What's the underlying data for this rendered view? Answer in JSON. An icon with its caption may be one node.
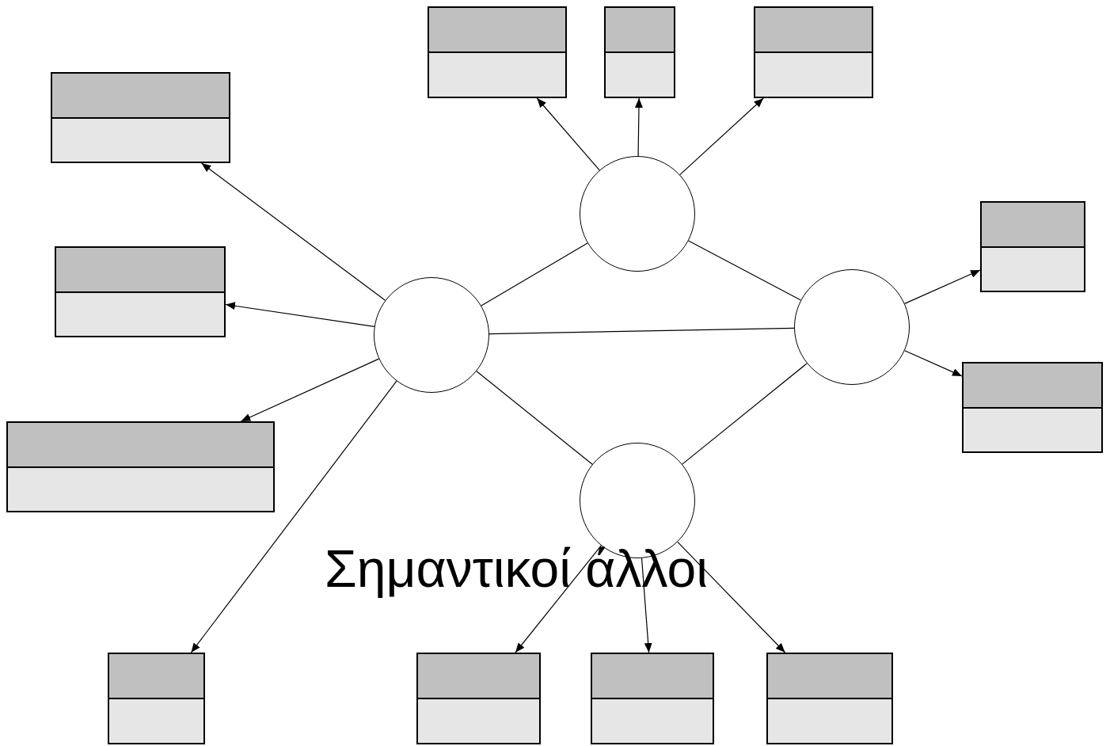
{
  "diagram": {
    "nodes": [
      {
        "text": [],
        "shape": "box"
      },
      {
        "text": [],
        "shape": "box"
      },
      {
        "text": [],
        "shape": "box"
      },
      {
        "text": [],
        "shape": "box"
      },
      {
        "text": [],
        "shape": "box"
      },
      {
        "text": [],
        "shape": "circle"
      },
      {
        "text": [],
        "shape": "box"
      },
      {
        "text": [],
        "shape": "circle"
      },
      {
        "text": [],
        "shape": "circle"
      },
      {
        "text": [],
        "shape": "box"
      },
      {
        "text": [],
        "shape": "box"
      },
      {
        "text": [],
        "shape": "circle"
      },
      {
        "text": [],
        "shape": "box"
      },
      {
        "text": [],
        "shape": "box"
      },
      {
        "text": [],
        "shape": "box"
      },
      {
        "text": [],
        "shape": "box"
      }
    ],
    "edges": [
      {
        "from": 8,
        "to": 3,
        "arrow": "to"
      },
      {
        "from": 8,
        "to": 6,
        "arrow": "to"
      },
      {
        "from": 8,
        "to": 10,
        "arrow": "to"
      },
      {
        "from": 8,
        "to": 12,
        "arrow": "to"
      },
      {
        "from": 5,
        "to": 0,
        "arrow": "to"
      },
      {
        "from": 5,
        "to": 1,
        "arrow": "to"
      },
      {
        "from": 5,
        "to": 2,
        "arrow": "to"
      },
      {
        "from": 7,
        "to": 4,
        "arrow": "to"
      },
      {
        "from": 7,
        "to": 9,
        "arrow": "to"
      },
      {
        "from": 11,
        "to": 13,
        "arrow": "to"
      },
      {
        "from": 11,
        "to": 14,
        "arrow": "to"
      },
      {
        "from": 11,
        "to": 15,
        "arrow": "to"
      },
      {
        "from": 8,
        "to": 5,
        "arrow": "none"
      },
      {
        "from": 8,
        "to": 7,
        "arrow": "none"
      },
      {
        "from": 8,
        "to": 11,
        "arrow": "none"
      },
      {
        "from": 5,
        "to": 7,
        "arrow": "none"
      },
      {
        "from": 11,
        "to": 7,
        "arrow": "none"
      }
    ],
    "labels": [
      "Σημαντικοί άλλοι"
    ]
  }
}
